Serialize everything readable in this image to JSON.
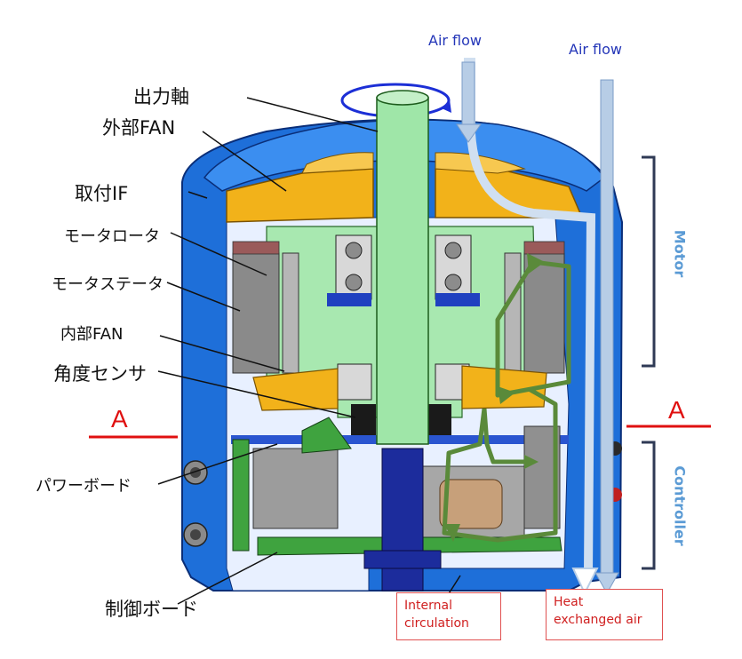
{
  "labels": {
    "output_shaft": "出力軸",
    "external_fan": "外部FAN",
    "mount_if": "取付IF",
    "motor_rotor": "モータロータ",
    "motor_stator": "モータステータ",
    "internal_fan": "内部FAN",
    "angle_sensor": "角度センサ",
    "power_board": "パワーボード",
    "control_board": "制御ボード"
  },
  "airflow": {
    "left": "Air flow",
    "right": "Air flow"
  },
  "sections": {
    "motor": "Motor",
    "controller": "Controller"
  },
  "section_marker": {
    "left": "A",
    "right": "A"
  },
  "boxes": {
    "internal_circulation": "Internal circulation",
    "heat_exchanged_air": "Heat exchanged air"
  },
  "colors": {
    "housing_blue": "#1e6fd9",
    "fan_yellow": "#f2b21a",
    "shaft_green": "#9fe6a8",
    "stator_grey": "#8a8a8a",
    "circulation_green": "#5a8a3a",
    "airflow_light_blue": "#bcd3ec",
    "marker_red": "#e01010"
  }
}
